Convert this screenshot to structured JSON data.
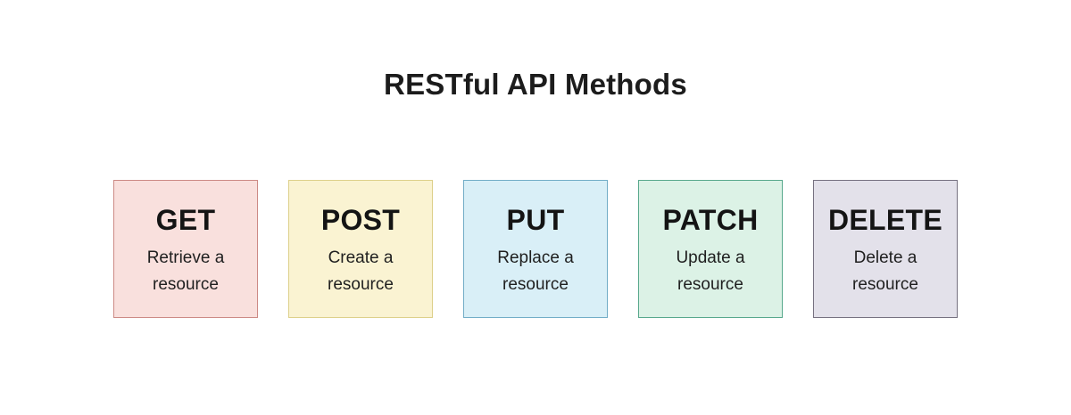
{
  "page": {
    "title": "RESTful API Methods",
    "background_color": "#ffffff",
    "text_color": "#1c1c1c"
  },
  "cards": [
    {
      "method": "GET",
      "description": "Retrieve a resource",
      "fill": "#f9e0dd",
      "border": "#cc8a85"
    },
    {
      "method": "POST",
      "description": "Create a resource",
      "fill": "#faf3d2",
      "border": "#ddd08a"
    },
    {
      "method": "PUT",
      "description": "Replace a resource",
      "fill": "#d9eff7",
      "border": "#72adc7"
    },
    {
      "method": "PATCH",
      "description": "Update a resource",
      "fill": "#dcf2e6",
      "border": "#57a88c"
    },
    {
      "method": "DELETE",
      "description": "Delete a resource",
      "fill": "#e3e1ea",
      "border": "#767180"
    }
  ]
}
